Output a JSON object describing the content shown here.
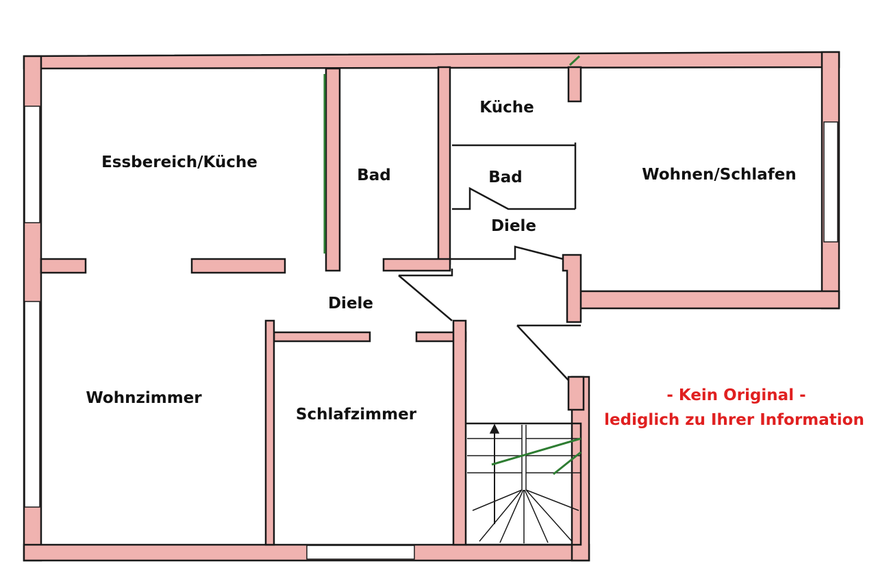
{
  "plan": {
    "rooms": [
      {
        "key": "essbereich",
        "label": "Essbereich/Küche"
      },
      {
        "key": "bad_left",
        "label": "Bad"
      },
      {
        "key": "kueche_right",
        "label": "Küche"
      },
      {
        "key": "bad_right",
        "label": "Bad"
      },
      {
        "key": "wohnen_schlafen",
        "label": "Wohnen/Schlafen"
      },
      {
        "key": "diele_right",
        "label": "Diele"
      },
      {
        "key": "diele_center",
        "label": "Diele"
      },
      {
        "key": "wohnzimmer",
        "label": "Wohnzimmer"
      },
      {
        "key": "schlafzimmer",
        "label": "Schlafzimmer"
      }
    ],
    "notice": {
      "line1": "- Kein Original -",
      "line2": "lediglich zu Ihrer Information"
    }
  },
  "colors": {
    "wall_fill": "#f0b3b0",
    "wall_line": "#1a1a1a",
    "green_line": "#2e7d32",
    "notice_text": "#e02020"
  }
}
